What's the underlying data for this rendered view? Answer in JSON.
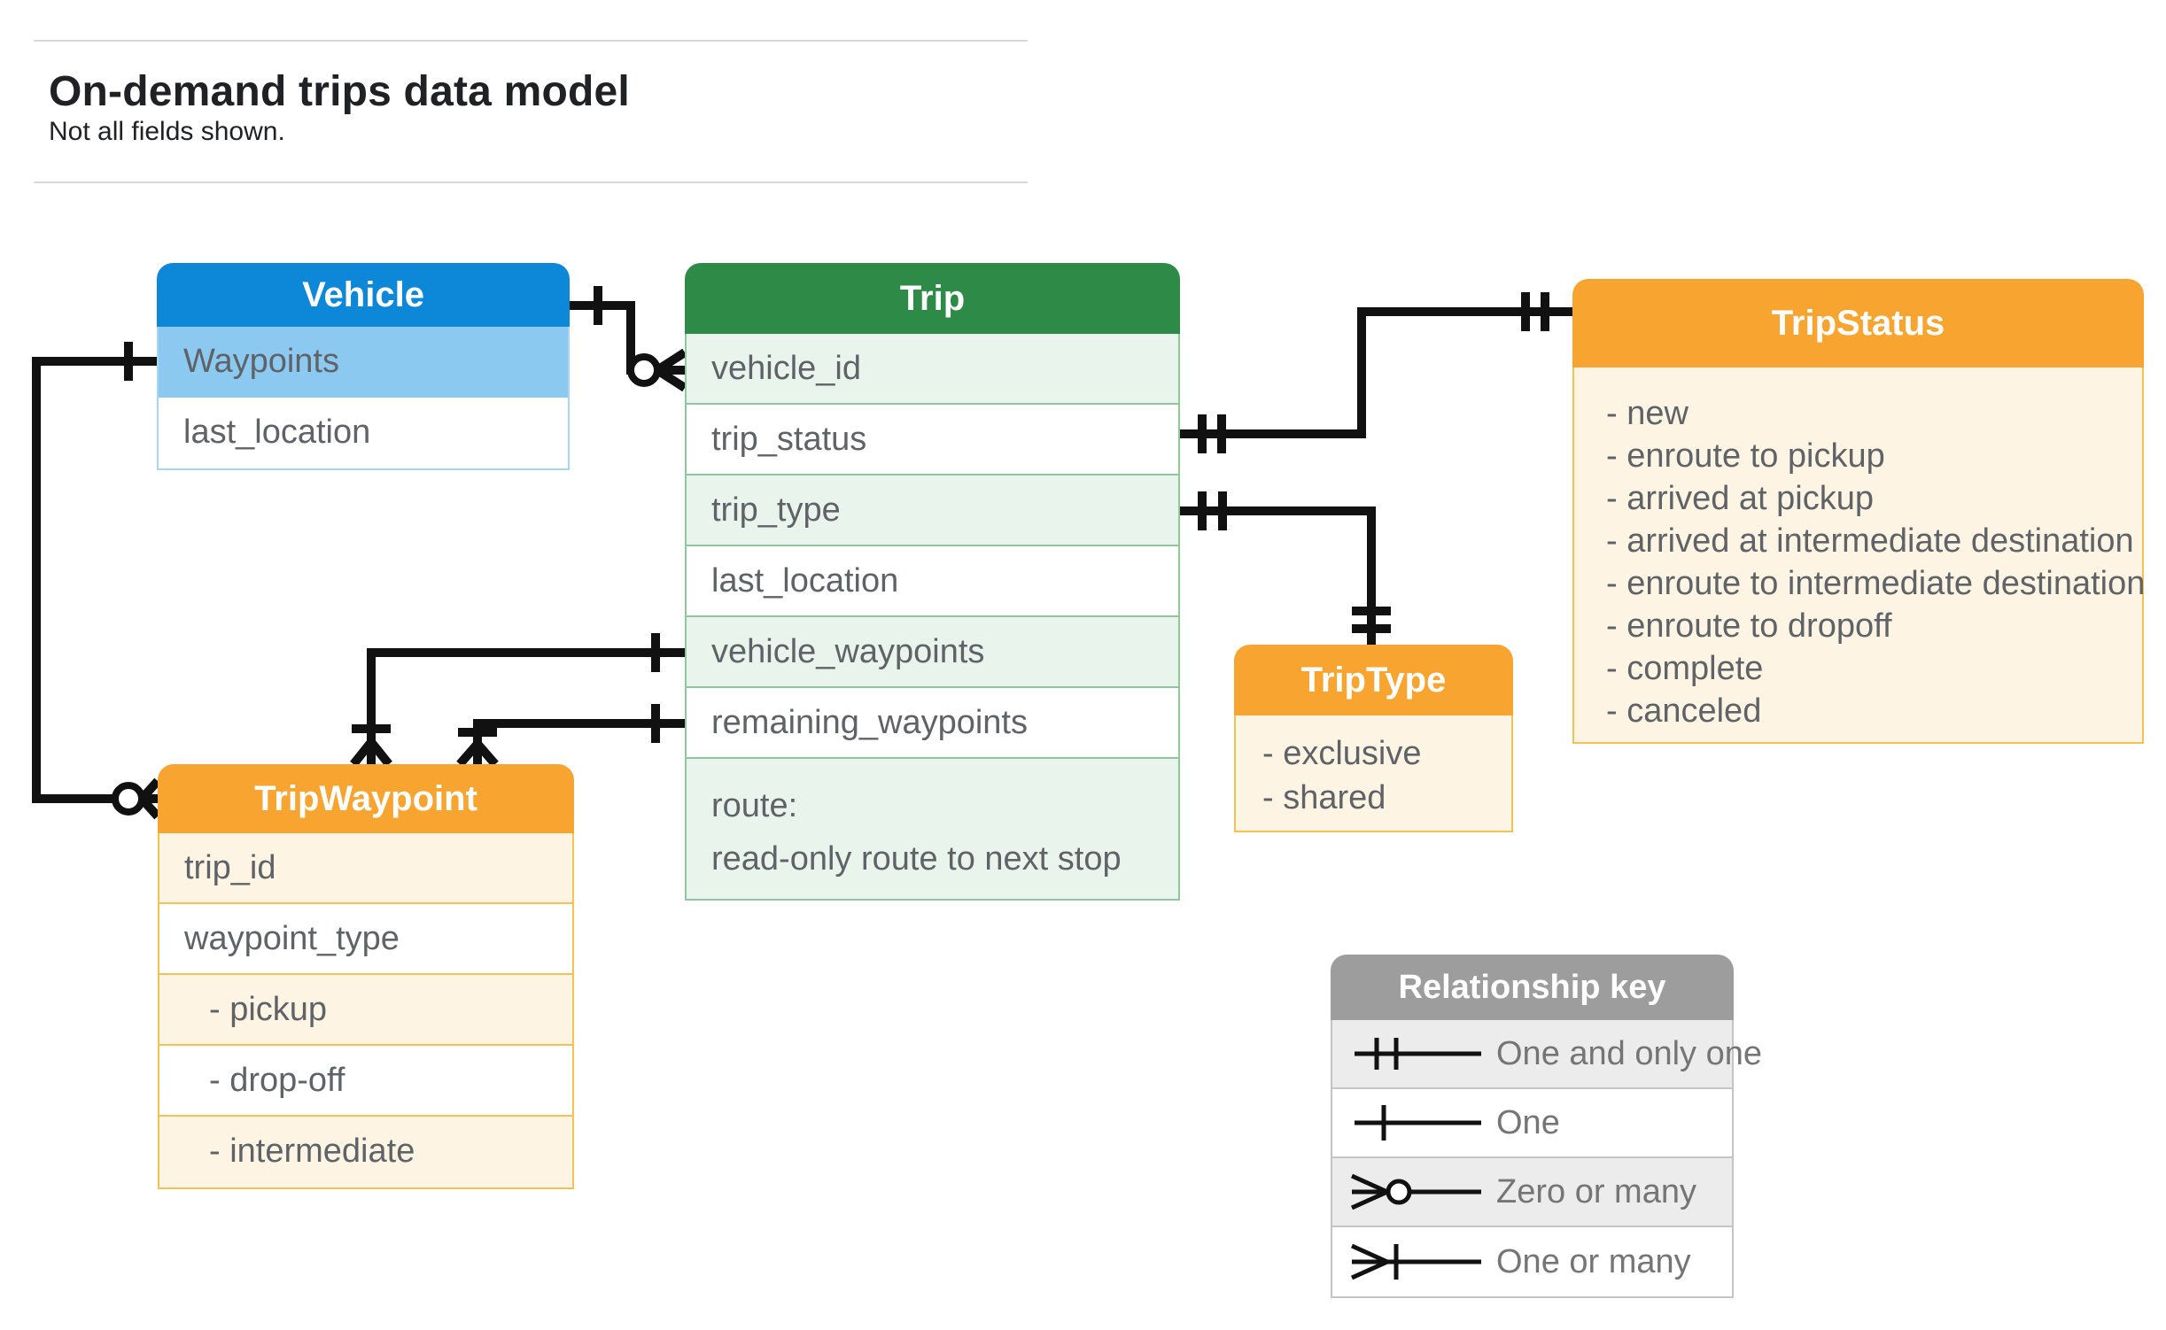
{
  "page": {
    "title": "On-demand trips data model",
    "subtitle": "Not all fields shown."
  },
  "colors": {
    "blue": "#0d87d8",
    "blue_light": "#8cc9f1",
    "green": "#2e8b47",
    "green_light": "#e9f4ec",
    "orange": "#f8a430",
    "cream": "#fdf4e3",
    "gray_header": "#9d9d9d",
    "row_text": "#5f6368",
    "connector_line": "#111111"
  },
  "entities": {
    "vehicle": {
      "title": "Vehicle",
      "rows": [
        "Waypoints",
        "last_location"
      ]
    },
    "trip": {
      "title": "Trip",
      "rows": [
        "vehicle_id",
        "trip_status",
        "trip_type",
        "last_location",
        "vehicle_waypoints",
        "remaining_waypoints"
      ],
      "route": [
        "route:",
        "read-only route to next stop"
      ]
    },
    "trip_status": {
      "title": "TripStatus",
      "values": [
        "- new",
        "- enroute to pickup",
        "- arrived at pickup",
        "- arrived at intermediate destination",
        "- enroute to intermediate destination",
        "- enroute to dropoff",
        "- complete",
        "- canceled"
      ]
    },
    "trip_type": {
      "title": "TripType",
      "values": [
        "- exclusive",
        "- shared"
      ]
    },
    "trip_waypoint": {
      "title": "TripWaypoint",
      "rows": [
        "trip_id",
        "waypoint_type",
        "- pickup",
        "- drop-off",
        "- intermediate"
      ]
    }
  },
  "legend": {
    "title": "Relationship key",
    "items": [
      {
        "symbol": "one-and-only-one",
        "label": "One and only one"
      },
      {
        "symbol": "one",
        "label": "One"
      },
      {
        "symbol": "zero-or-many",
        "label": "Zero or many"
      },
      {
        "symbol": "one-or-many",
        "label": "One or many"
      }
    ]
  },
  "relationships": [
    {
      "from": "Vehicle",
      "to": "Trip.vehicle_id",
      "from_cardinality": "one",
      "to_cardinality": "zero-or-many"
    },
    {
      "from": "Vehicle.Waypoints",
      "to": "TripWaypoint",
      "from_cardinality": "one",
      "to_cardinality": "zero-or-many"
    },
    {
      "from": "Trip.trip_status",
      "to": "TripStatus",
      "from_cardinality": "one-and-only-one",
      "to_cardinality": "one-and-only-one"
    },
    {
      "from": "Trip.trip_type",
      "to": "TripType",
      "from_cardinality": "one-and-only-one",
      "to_cardinality": "one-and-only-one"
    },
    {
      "from": "Trip.vehicle_waypoints",
      "to": "TripWaypoint",
      "from_cardinality": "one",
      "to_cardinality": "one-or-many"
    },
    {
      "from": "Trip.remaining_waypoints",
      "to": "TripWaypoint",
      "from_cardinality": "one",
      "to_cardinality": "one-or-many"
    }
  ]
}
